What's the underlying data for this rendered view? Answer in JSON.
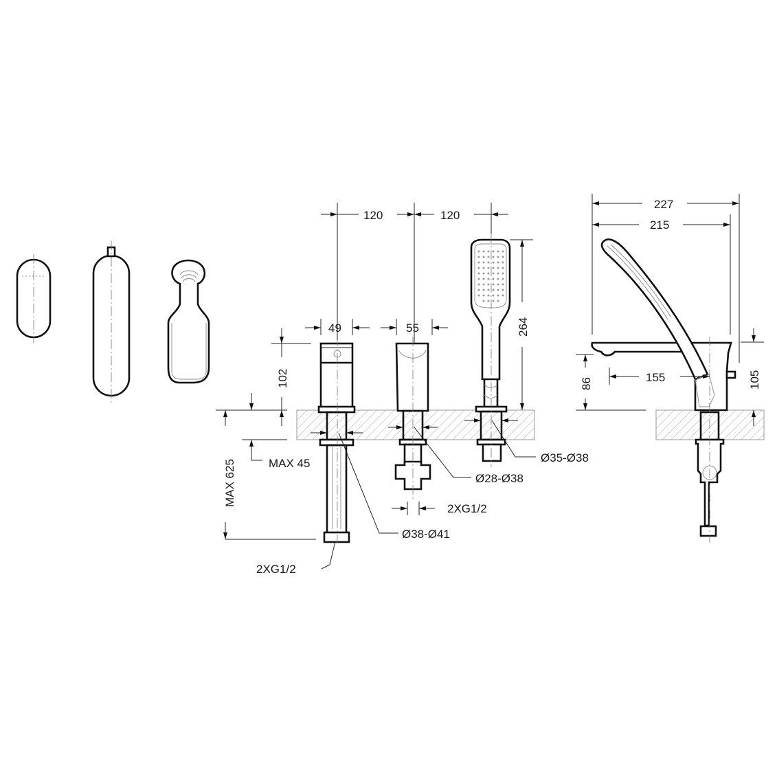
{
  "drawing": {
    "title": "Four-hole bath-edge mixer with hand shower — technical dimension drawing",
    "colors": {
      "line": "#111111",
      "hatch": "#999999",
      "background": "#ffffff"
    },
    "views": {
      "top_views": [
        "lever-top-view",
        "spout-top-view",
        "handshower-top-view"
      ],
      "front_view": "front-elevation",
      "side_view": "side-elevation"
    },
    "dimensions": {
      "spacing_1": "120",
      "spacing_2": "120",
      "lever_width": "49",
      "spout_width": "55",
      "lever_height": "102",
      "handshower_height": "264",
      "max_deck": "MAX 45",
      "max_length": "MAX 625",
      "connection_lever": "2XG1/2",
      "connection_spout": "2XG1/2",
      "hole_lever": "Ø38-Ø41",
      "hole_spout": "Ø28-Ø38",
      "hole_shower": "Ø35-Ø38",
      "overall_depth": "227",
      "shower_reach": "215",
      "spout_projection": "155",
      "spout_clearance": "86",
      "side_height": "105"
    }
  }
}
